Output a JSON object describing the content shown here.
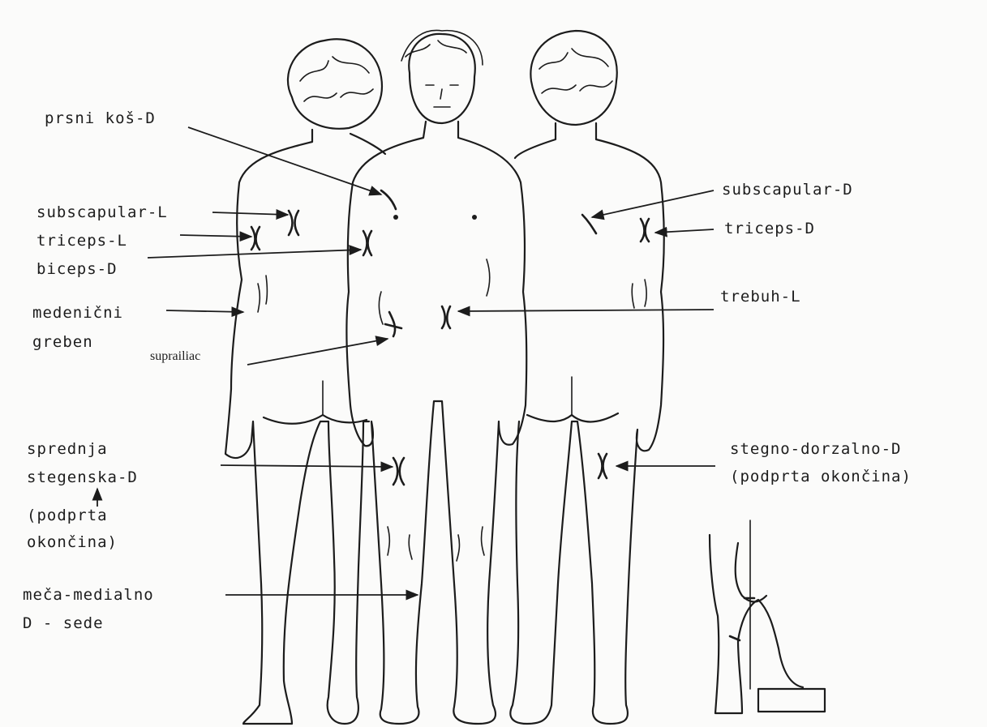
{
  "labels": {
    "prsni_kos": "prsni koš-D",
    "subscapular_l": "subscapular-L",
    "triceps_l": "triceps-L",
    "biceps_d": "biceps-D",
    "medenicni": "medenični",
    "greben": "greben",
    "suprailiac": "suprailiac",
    "sprednja": "sprednja",
    "stegenska_d": "stegenska-D",
    "podprta_open": "(podprta",
    "okoncina_close": "okončina)",
    "meca_medialno": "meča-medialno",
    "d_sede": "D - sede",
    "subscapular_d": "subscapular-D",
    "triceps_d": "triceps-D",
    "trebuh_l": "trebuh-L",
    "stegno_dorzalno": "stegno-dorzalno-D",
    "podprta_okoncina": "(podprta okončina)"
  },
  "colors": {
    "ink": "#1c1c1c",
    "paper": "#fbfbfa"
  }
}
